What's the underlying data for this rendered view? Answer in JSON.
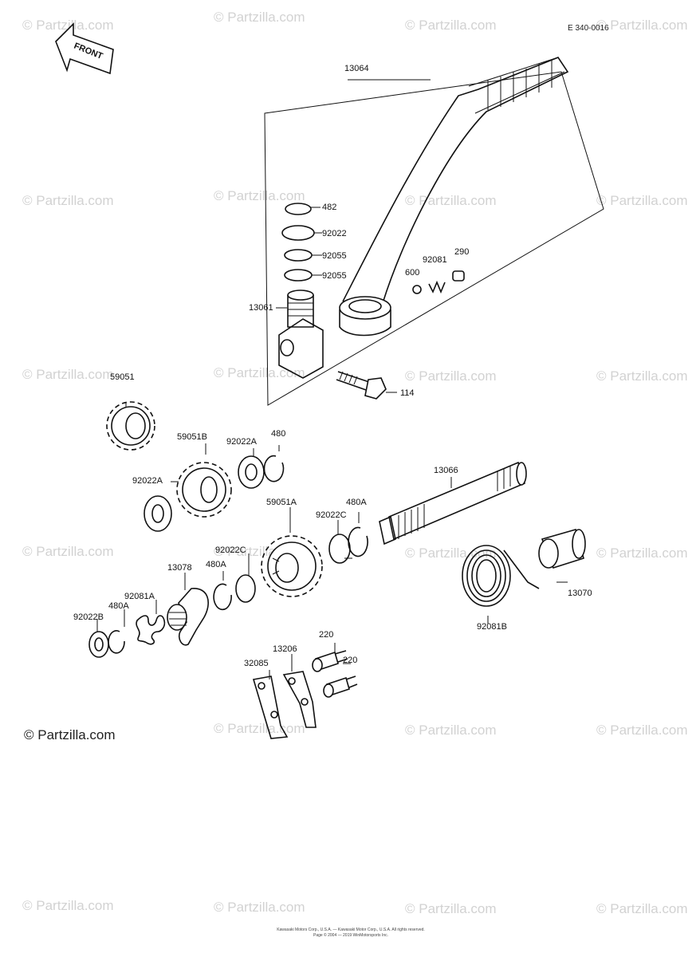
{
  "diagram": {
    "code": "E 340-0016",
    "front_label": "FRONT",
    "watermark": "© Partzilla.com",
    "main_watermark": "© Partzilla.com",
    "copyright_line1": "Kawasaki Motors Corp., U.S.A. — Kawasaki Motor Corp., U.S.A. All rights reserved.",
    "copyright_line2": "Page © 2004 — 2019 WinMotorsports Inc.",
    "parts": [
      {
        "id": "p13064",
        "label": "13064"
      },
      {
        "id": "p482",
        "label": "482"
      },
      {
        "id": "p92022",
        "label": "92022"
      },
      {
        "id": "p92055a",
        "label": "92055"
      },
      {
        "id": "p92055b",
        "label": "92055"
      },
      {
        "id": "p13061",
        "label": "13061"
      },
      {
        "id": "p600",
        "label": "600"
      },
      {
        "id": "p92081",
        "label": "92081"
      },
      {
        "id": "p290",
        "label": "290"
      },
      {
        "id": "p114",
        "label": "114"
      },
      {
        "id": "p59051",
        "label": "59051"
      },
      {
        "id": "p59051B",
        "label": "59051B"
      },
      {
        "id": "p92022A1",
        "label": "92022A"
      },
      {
        "id": "p480",
        "label": "480"
      },
      {
        "id": "p92022A2",
        "label": "92022A"
      },
      {
        "id": "p13066",
        "label": "13066"
      },
      {
        "id": "p59051A",
        "label": "59051A"
      },
      {
        "id": "p92022C1",
        "label": "92022C"
      },
      {
        "id": "p480A1",
        "label": "480A"
      },
      {
        "id": "p92022C2",
        "label": "92022C"
      },
      {
        "id": "p13078",
        "label": "13078"
      },
      {
        "id": "p480A2",
        "label": "480A"
      },
      {
        "id": "p92081A",
        "label": "92081A"
      },
      {
        "id": "p480A3",
        "label": "480A"
      },
      {
        "id": "p92022B",
        "label": "92022B"
      },
      {
        "id": "p13070",
        "label": "13070"
      },
      {
        "id": "p92081B",
        "label": "92081B"
      },
      {
        "id": "p220a",
        "label": "220"
      },
      {
        "id": "p13206",
        "label": "13206"
      },
      {
        "id": "p32085",
        "label": "32085"
      },
      {
        "id": "p220b",
        "label": "220"
      }
    ]
  }
}
